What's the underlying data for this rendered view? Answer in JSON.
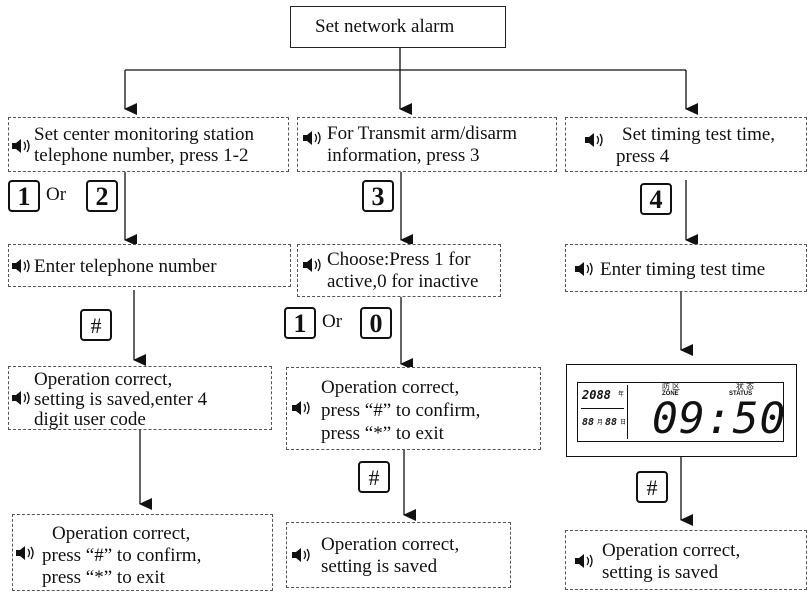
{
  "title": "Set network alarm",
  "col1": {
    "step1": [
      "Set center monitoring station",
      "telephone number, press 1-2"
    ],
    "keys1": [
      "1",
      "2"
    ],
    "or": "Or",
    "step2": "Enter telephone number",
    "key_confirm": "#",
    "step3": [
      "Operation correct,",
      "setting is saved,enter 4",
      "digit user code"
    ],
    "step4": [
      "Operation correct,",
      "press “#” to confirm,",
      "press “*” to exit"
    ]
  },
  "col2": {
    "step1": [
      "For Transmit arm/disarm",
      "information, press 3"
    ],
    "key1": "3",
    "step2": [
      "Choose:Press 1 for",
      "active,0 for inactive"
    ],
    "keys2": [
      "1",
      "0"
    ],
    "or": "Or",
    "step3": [
      "Operation correct,",
      "press “#” to confirm,",
      "press “*” to exit"
    ],
    "key_confirm": "#",
    "step4": [
      "Operation correct,",
      "setting is saved"
    ]
  },
  "col3": {
    "step1": [
      "Set timing test time,",
      "press 4"
    ],
    "key1": "4",
    "step2": "Enter timing test time",
    "lcd": {
      "year": "2088",
      "year_unit": "年",
      "month": "88",
      "month_unit": "月",
      "day": "88",
      "day_unit": "日",
      "zone_cn": "防 区",
      "zone_en": "ZONE",
      "status_cn": "状 态",
      "status_en": "STATUS",
      "time": "09:50"
    },
    "key_confirm": "#",
    "step3": [
      "Operation correct,",
      "setting is saved"
    ]
  }
}
